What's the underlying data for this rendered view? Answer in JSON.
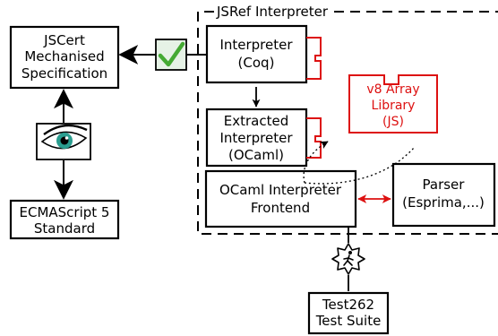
{
  "boundary": {
    "label": "JSRef Interpreter"
  },
  "nodes": {
    "jscert": {
      "lines": [
        "JSCert",
        "Mechanised",
        "Specification"
      ]
    },
    "ecmascript": {
      "lines": [
        "ECMAScript 5",
        "Standard"
      ]
    },
    "interpreter_coq": {
      "lines": [
        "Interpreter",
        "(Coq)"
      ]
    },
    "extracted": {
      "lines": [
        "Extracted",
        "Interpreter",
        "(OCaml)"
      ]
    },
    "frontend": {
      "lines": [
        "OCaml Interpreter",
        "Frontend"
      ]
    },
    "parser": {
      "lines": [
        "Parser",
        "(Esprima,...)"
      ]
    },
    "v8_library": {
      "lines": [
        "v8 Array",
        "Library",
        "(JS)"
      ]
    },
    "test262": {
      "lines": [
        "Test262",
        "Test Suite"
      ]
    }
  },
  "icons": {
    "check": "check-icon",
    "eye": "eye-icon",
    "runner": "running-cog-icon"
  },
  "colors": {
    "stroke": "#000000",
    "library": "#dd1111",
    "check_bg": "#e6f2e6",
    "check": "#44aa33",
    "eye_iris": "#2a9d8f"
  }
}
